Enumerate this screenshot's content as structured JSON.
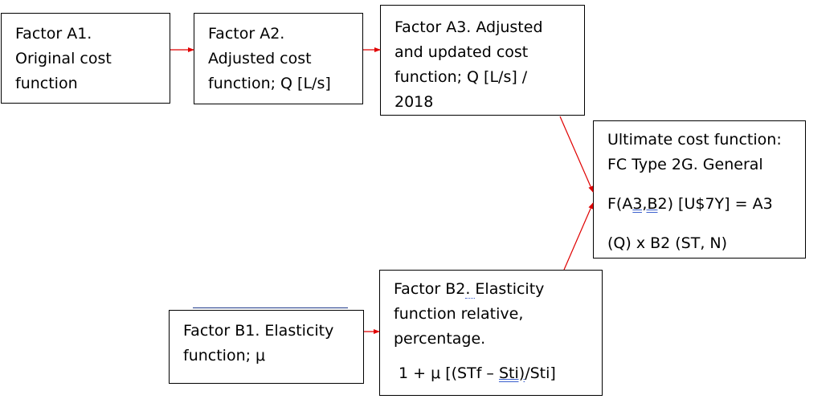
{
  "diagram": {
    "box_a1": {
      "lines": [
        "Factor A1.",
        "Original cost",
        "function"
      ]
    },
    "box_a2": {
      "lines": [
        "Factor A2.",
        "Adjusted cost",
        "function; Q [L/s]"
      ]
    },
    "box_a3": {
      "lines": [
        "Factor A3. Adjusted",
        "and updated cost",
        "function; Q [L/s] /",
        "2018"
      ]
    },
    "box_ultimate": {
      "line1": "Ultimate cost function:",
      "line2": "FC Type 2G. General",
      "line3_pre": "F(A",
      "line3_mark": "3,B",
      "line3_post": "2) [U$7Y] = A3",
      "line4": "(Q) x B2 (ST, N)"
    },
    "box_b2": {
      "line1_pre": "Factor B2",
      "line1_mark": ". ",
      "line1_post": " Elasticity",
      "line2": "function relative,",
      "line3": "percentage.",
      "formula_pre": "1 + μ [(STf – ",
      "formula_mark": "Sti)",
      "formula_post": "/Sti]"
    },
    "box_b1": {
      "lines": [
        "Factor B1.  Elasticity",
        "function; μ"
      ]
    },
    "arrow_color": "#e00000"
  }
}
